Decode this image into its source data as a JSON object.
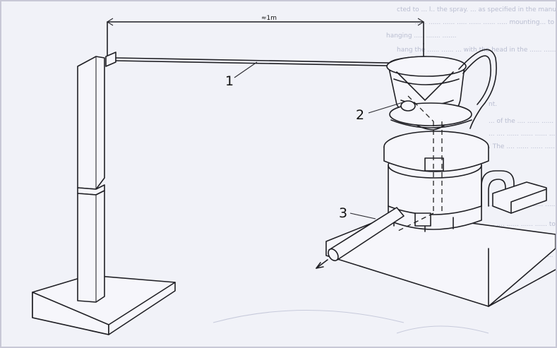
{
  "figure": {
    "dimension_label": "≈1m",
    "callouts": [
      "1",
      "2",
      "3"
    ]
  },
  "background_text": [
    "cted to ... l.. the spray. ... as specified in the manufacturer",
    "...... ...... ...... ..... ...... ...... ..... mounting... to the ..",
    "hanging ..... ....... .......",
    "hang the ...... ...... ... with the head in the ...... ...... .......",
    "........ ...... ...",
    "........ ....... ...",
    "nt.",
    "... of the .... ...... ...... by means of the smoke tube. Throughout the duration",
    "... .... ...... ...... ...... ...... ...... the head and ...... ...... should",
    ". The .... ...... ...... ...... as the ...... of the ...... ...... ",
    "...... ...... ...... ...... ...... ... the ........",
    "... .... ...... ...... ...... to the air ..... to the filter. It is ...... that",
    "... ...... ...",
    "...... ...... ...... ...... .... ...... ...... ..... or the ...... ...... ...",
    "...... ......"
  ]
}
